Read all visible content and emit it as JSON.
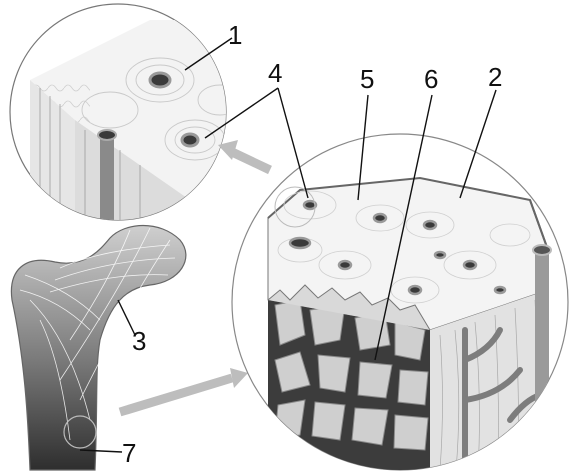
{
  "labels": {
    "l1": "1",
    "l2": "2",
    "l3": "3",
    "l4": "4",
    "l5": "5",
    "l6": "6",
    "l7": "7"
  },
  "colors": {
    "outline": "#555555",
    "dark": "#3a3a3a",
    "mid": "#8a8a8a",
    "light": "#d9d9d9",
    "arrow": "#bdbdbd"
  }
}
